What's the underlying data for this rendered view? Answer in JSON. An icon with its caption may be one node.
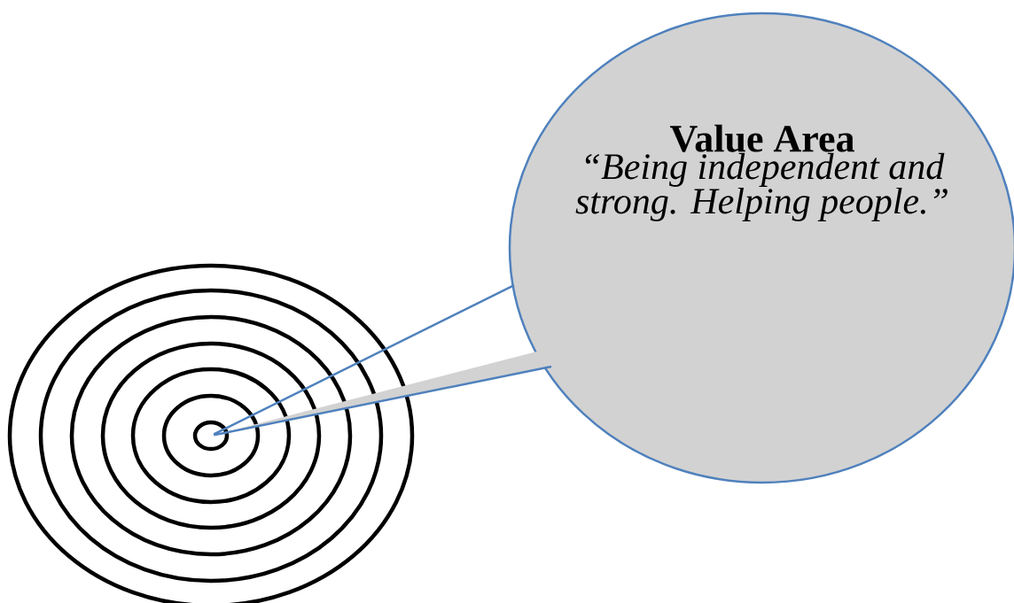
{
  "diagram": {
    "nodes": [
      {
        "text": [
          "Value Area",
          "“Being independent and strong. Helping people.”"
        ]
      },
      {
        "text": [],
        "shape": "target"
      }
    ],
    "edges": [
      {
        "from": 0,
        "to": 1,
        "arrow": "none"
      }
    ]
  }
}
